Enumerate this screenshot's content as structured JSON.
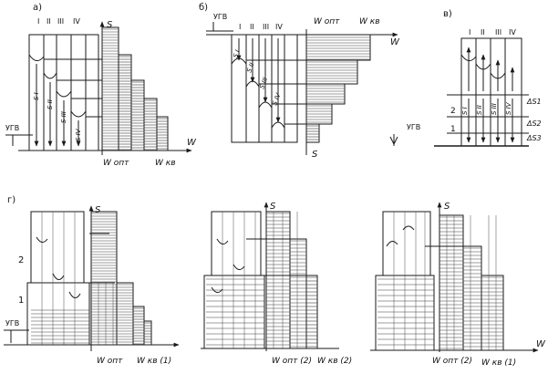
{
  "panel_a": {
    "label": "а)",
    "columns": [
      "I",
      "II",
      "III",
      "IV"
    ],
    "axis_s": "S",
    "axis_w": "W",
    "ugv": "УГВ",
    "flows": [
      "S I",
      "S II",
      "S III",
      "S IV"
    ],
    "w_opt": "W опт",
    "w_kv": "W кв"
  },
  "panel_b": {
    "label": "б)",
    "ugv": "УГВ",
    "columns": [
      "I",
      "II",
      "III",
      "IV"
    ],
    "w_opt": "W опт",
    "w_kv": "W кв",
    "axis_w": "W",
    "axis_s": "S",
    "flows": [
      "S I",
      "S II",
      "S III",
      "S IV"
    ]
  },
  "panel_c": {
    "label": "в)",
    "columns": [
      "I",
      "II",
      "III",
      "IV"
    ],
    "ugv": "УГВ",
    "flows": [
      "S I",
      "S II",
      "S III",
      "S IV"
    ],
    "layers": [
      "2",
      "1"
    ],
    "deltas": [
      "ΔS1",
      "ΔS2",
      "ΔS3"
    ]
  },
  "panel_d": {
    "label": "г)",
    "axis_s": "S",
    "axis_w": "W",
    "ugv": "УГВ",
    "layers": [
      "2",
      "1"
    ],
    "sub1": {
      "w_opt": "W опт",
      "w_kv": "W кв (1)"
    },
    "sub2": {
      "w_opt": "W опт (2)",
      "w_kv": "W кв (2)"
    },
    "sub3": {
      "w_opt": "W опт (2)",
      "w_kv": "W кв (1)"
    }
  }
}
